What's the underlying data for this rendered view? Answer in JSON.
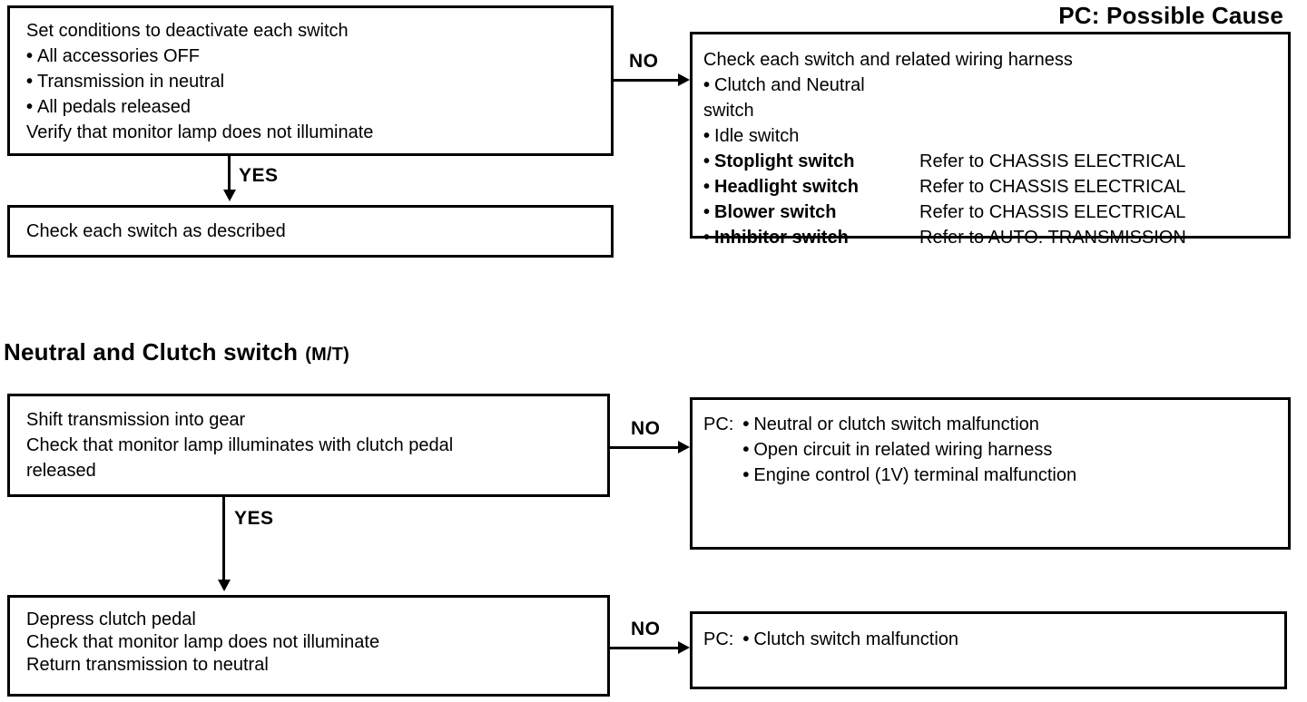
{
  "corner_note": "PC: Possible Cause",
  "section": {
    "heading": "Neutral and Clutch switch",
    "suffix": "(M/T)"
  },
  "labels": {
    "yes": "YES",
    "no": "NO"
  },
  "flow1": {
    "start_box": {
      "line1": "Set conditions to deactivate each switch",
      "bullets": [
        "All accessories OFF",
        "Transmission in neutral",
        "All pedals released"
      ],
      "line5": "Verify that monitor lamp does not illuminate"
    },
    "yes_box": {
      "text": "Check each switch as described"
    },
    "no_box": {
      "title": "Check each switch and related wiring harness",
      "items": [
        {
          "name": "Clutch and Neutral switch",
          "ref": ""
        },
        {
          "name": "Idle switch",
          "ref": ""
        },
        {
          "name": "Stoplight switch",
          "ref": "Refer to CHASSIS ELECTRICAL"
        },
        {
          "name": "Headlight switch",
          "ref": "Refer to CHASSIS ELECTRICAL"
        },
        {
          "name": "Blower switch",
          "ref": "Refer to CHASSIS ELECTRICAL"
        },
        {
          "name": "Inhibitor switch",
          "ref": "Refer to AUTO. TRANSMISSION"
        }
      ]
    }
  },
  "flow2": {
    "step1_box": {
      "lines": [
        "Shift transmission into gear",
        "Check that monitor lamp illuminates with clutch pedal",
        "released"
      ]
    },
    "step1_no_box": {
      "pc_label": "PC:",
      "items": [
        "Neutral or clutch switch malfunction",
        "Open circuit in related wiring harness",
        "Engine control (1V) terminal malfunction"
      ]
    },
    "step2_box": {
      "lines": [
        "Depress clutch pedal",
        "Check that monitor lamp does not illuminate",
        "Return transmission to neutral"
      ]
    },
    "step2_no_box": {
      "pc_label": "PC:",
      "items": [
        "Clutch switch malfunction"
      ]
    }
  }
}
